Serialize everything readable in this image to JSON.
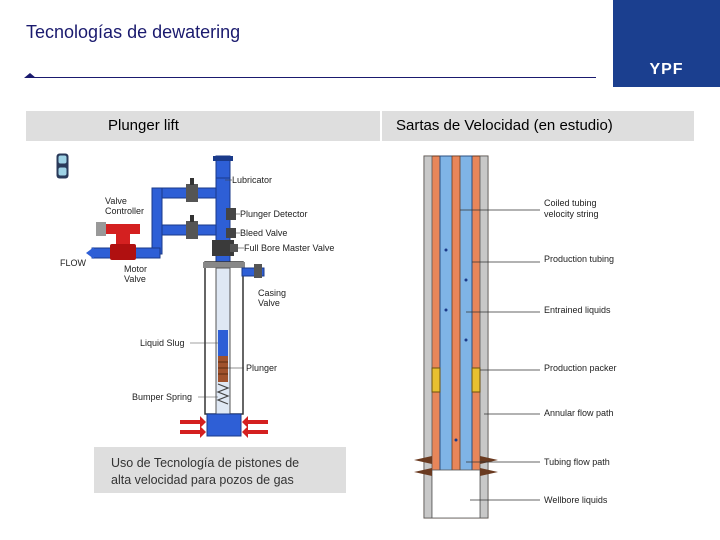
{
  "header": {
    "title": "Tecnologías de dewatering",
    "logo_text": "YPF"
  },
  "sections": {
    "left_heading": "Plunger lift",
    "right_heading": "Sartas de Velocidad (en estudio)"
  },
  "caption": {
    "line1": "Uso de Tecnología de pistones de",
    "line2": "alta velocidad para pozos de gas"
  },
  "plunger_diagram": {
    "labels": {
      "lubricator": "Lubricator",
      "valve_controller_1": "Valve",
      "valve_controller_2": "Controller",
      "plunger_detector": "Plunger Detector",
      "bleed_valve": "Bleed Valve",
      "master_valve": "Full Bore Master Valve",
      "flow": "FLOW",
      "motor_valve_1": "Motor",
      "motor_valve_2": "Valve",
      "casing_valve_1": "Casing",
      "casing_valve_2": "Valve",
      "liquid_slug": "Liquid Slug",
      "plunger": "Plunger",
      "bumper_spring": "Bumper Spring"
    }
  },
  "velocity_diagram": {
    "labels": {
      "coiled_tubing_1": "Coiled tubing",
      "coiled_tubing_2": "velocity string",
      "production_tubing": "Production tubing",
      "entrained_liquids": "Entrained liquids",
      "production_packer": "Production packer",
      "annular_flow": "Annular flow path",
      "tubing_flow": "Tubing flow path",
      "wellbore_liquids": "Wellbore liquids"
    }
  },
  "colors": {
    "title": "#1a1a6e",
    "logo_bg": "#1b3f8f",
    "pipe_blue": "#2e5fd6",
    "valve_red": "#d42020",
    "formation_orange": "#e8865a",
    "tubing_blue": "#7fb4e6"
  }
}
